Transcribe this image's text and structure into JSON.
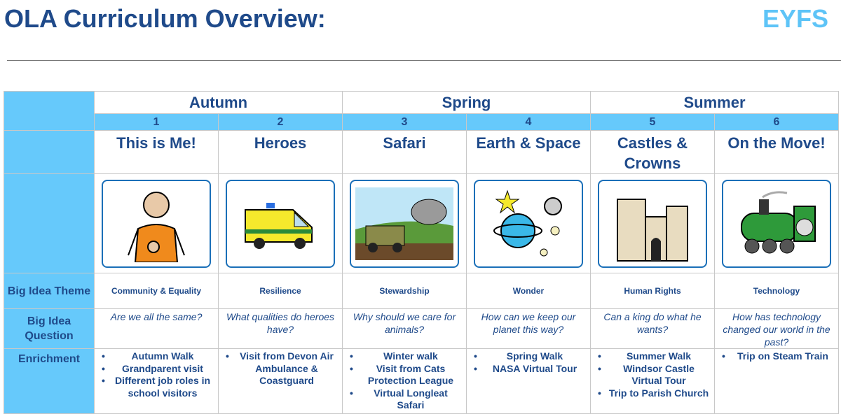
{
  "header": {
    "title": "OLA Curriculum Overview:",
    "stage": "EYFS"
  },
  "seasons": [
    "Autumn",
    "Spring",
    "Summer"
  ],
  "row_labels": {
    "theme": "Big Idea Theme",
    "question": "Big Idea Question",
    "enrichment": "Enrichment"
  },
  "units": [
    {
      "number": "1",
      "title": "This is Me!",
      "icon": "person-icon",
      "theme": "Community  & Equality",
      "question": "Are we all the same?",
      "enrichment": [
        "Autumn Walk",
        "Grandparent visit",
        "Different job roles in school visitors"
      ]
    },
    {
      "number": "2",
      "title": "Heroes",
      "icon": "ambulance-icon",
      "theme": "Resilience",
      "question": "What qualities do heroes have?",
      "enrichment": [
        "Visit from Devon Air Ambulance & Coastguard"
      ]
    },
    {
      "number": "3",
      "title": "Safari",
      "icon": "safari-icon",
      "theme": "Stewardship",
      "question": "Why should we care for animals?",
      "enrichment": [
        "Winter walk",
        "Visit from Cats Protection League",
        "Virtual Longleat Safari"
      ]
    },
    {
      "number": "4",
      "title": "Earth & Space",
      "icon": "planets-icon",
      "theme": "Wonder",
      "question": "How can we keep our planet this way?",
      "enrichment": [
        "Spring Walk",
        "NASA Virtual Tour"
      ]
    },
    {
      "number": "5",
      "title": "Castles & Crowns",
      "icon": "castle-icon",
      "theme": "Human Rights",
      "question": "Can a king do what he wants?",
      "enrichment": [
        "Summer Walk",
        "Windsor Castle Virtual Tour",
        "Trip to Parish Church"
      ]
    },
    {
      "number": "6",
      "title": "On the Move!",
      "icon": "steam-train-icon",
      "theme": "Technology",
      "question": "How has technology changed our world in the past?",
      "enrichment": [
        "Trip on Steam Train"
      ]
    }
  ]
}
